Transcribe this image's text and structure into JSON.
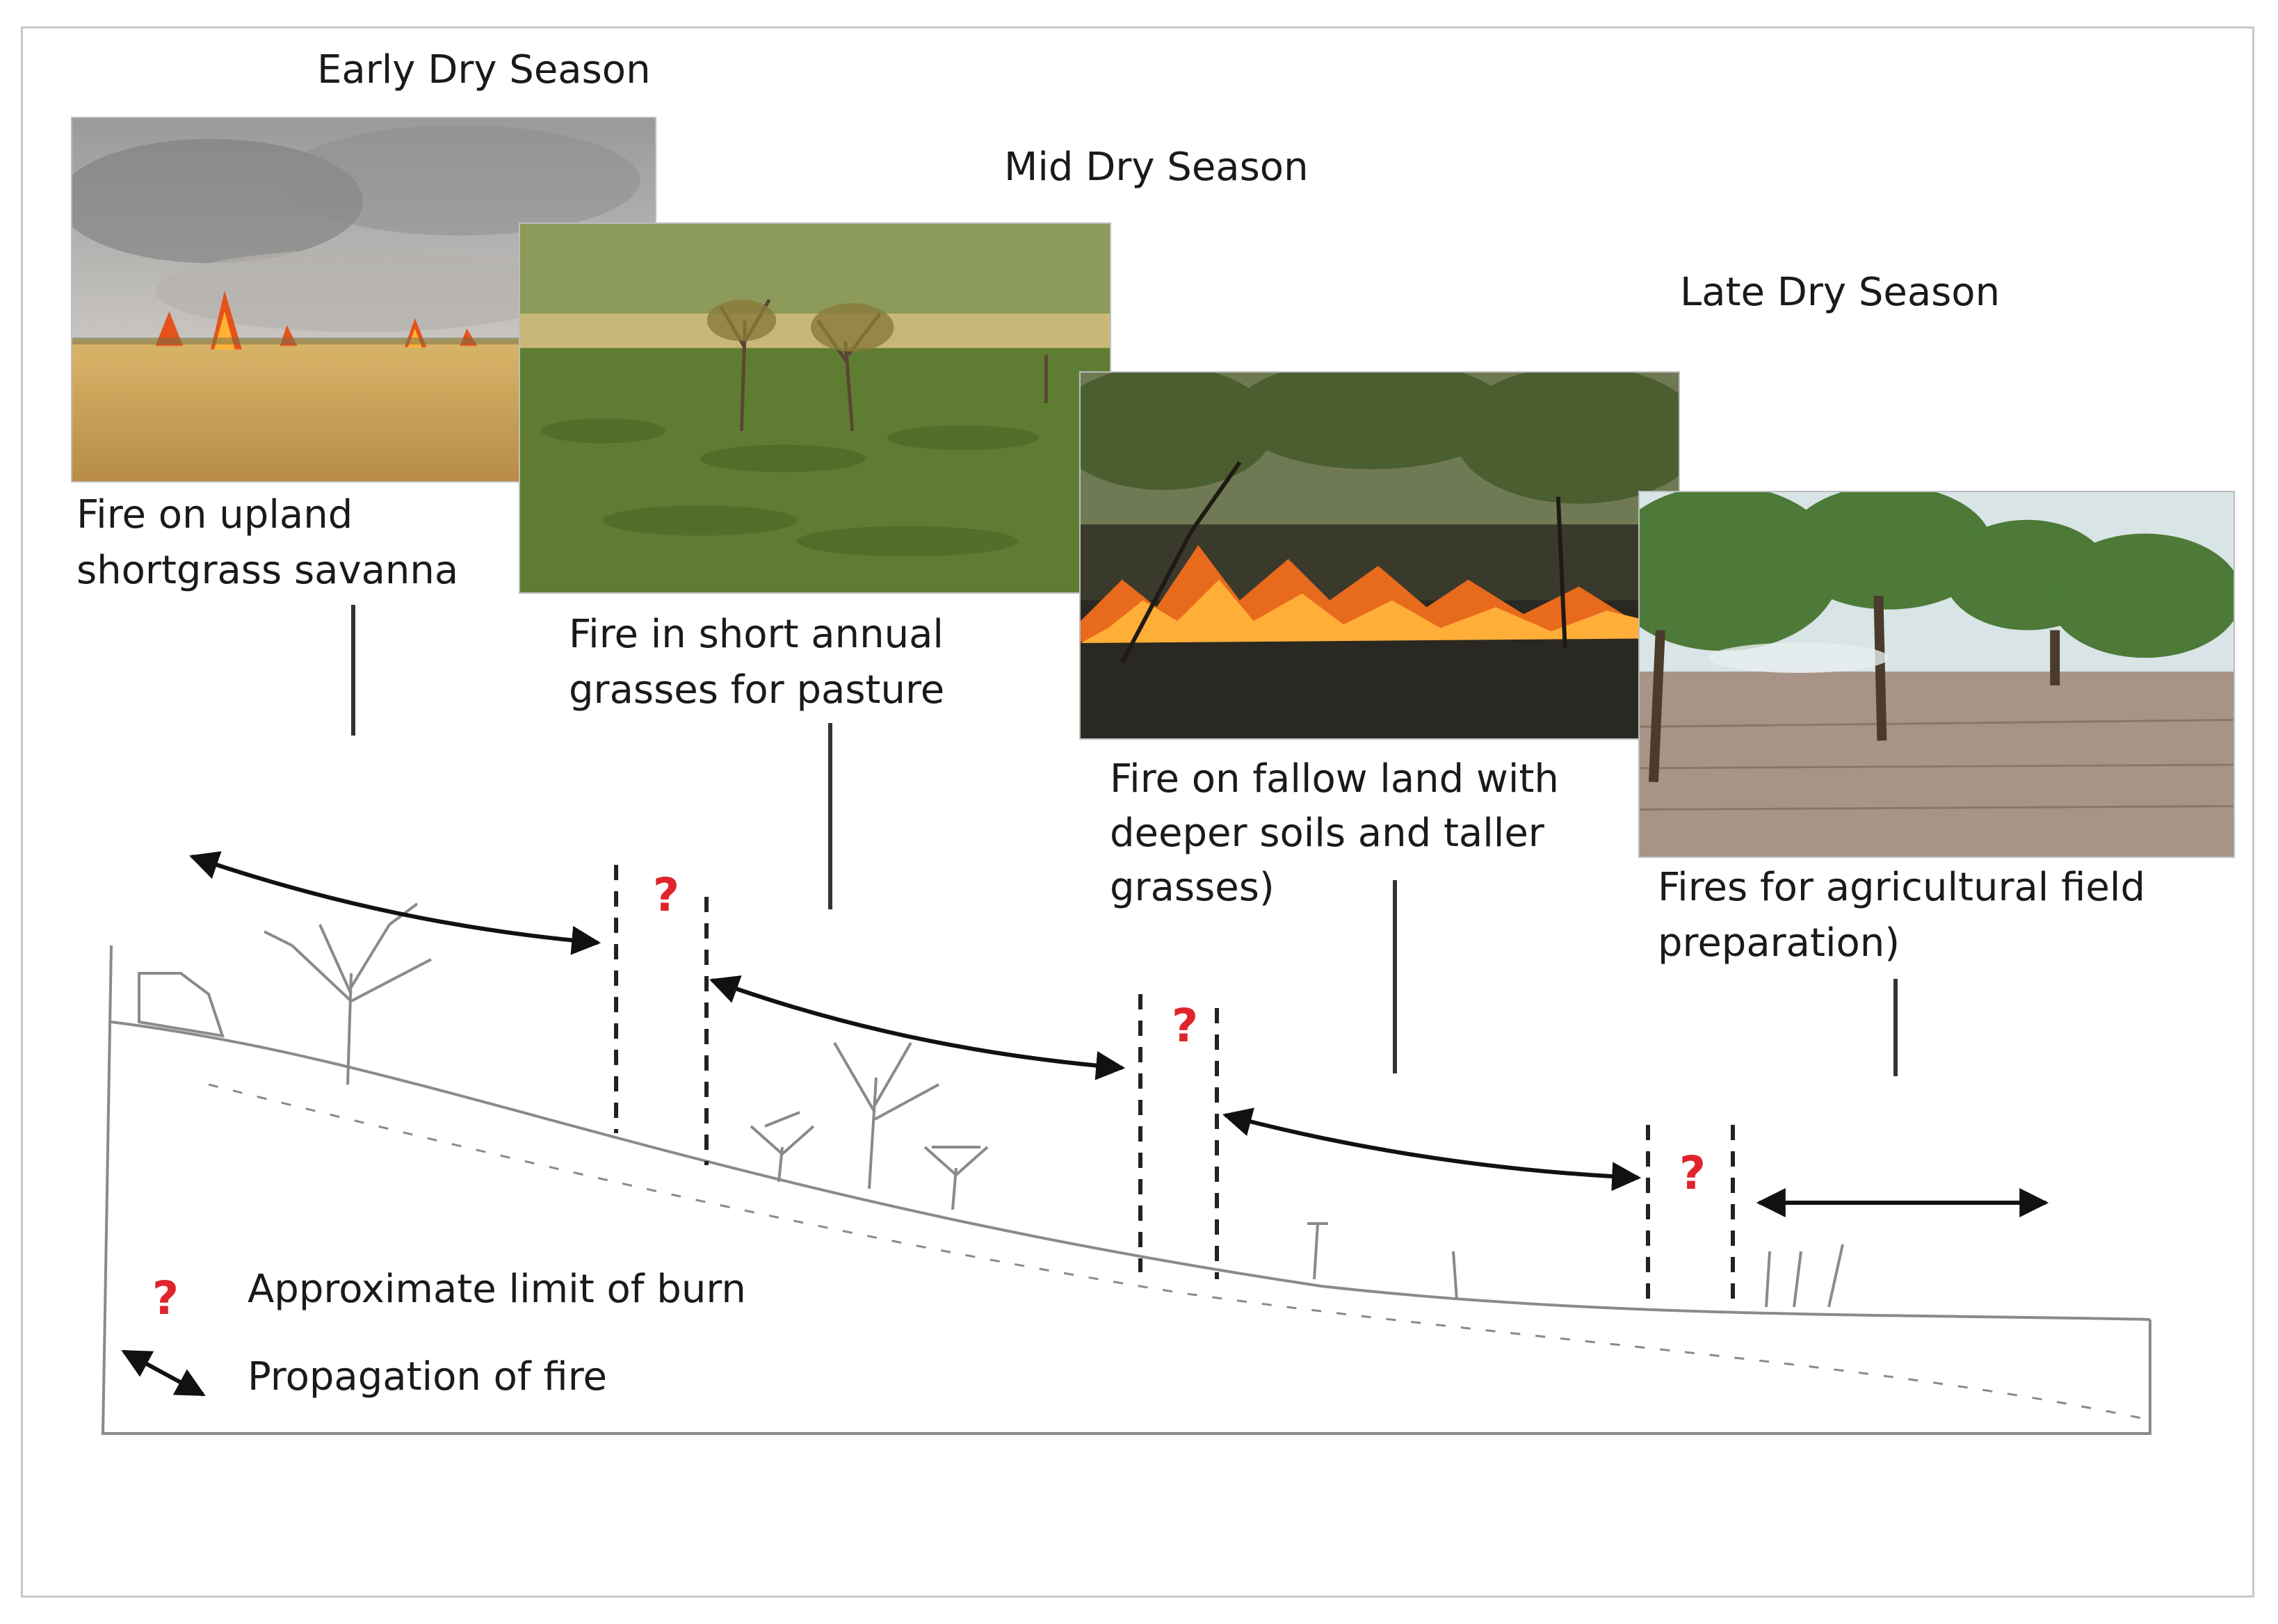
{
  "seasons": {
    "early": "Early Dry Season",
    "mid": "Mid Dry Season",
    "late": "Late Dry Season"
  },
  "captions": {
    "upland": [
      "Fire on upland",
      "shortgrass savanna"
    ],
    "annual": [
      "Fire in short annual",
      "grasses for pasture"
    ],
    "fallow": [
      "Fire on fallow land with",
      "deeper soils and taller",
      "grasses)"
    ],
    "agri": [
      "Fires for agricultural field",
      "preparation)"
    ]
  },
  "markers": {
    "limit_symbol": "?"
  },
  "legend": {
    "limit_label": "Approximate limit of burn",
    "propagation_label": "Propagation of fire"
  },
  "colors": {
    "question_mark": "#e0242c",
    "arrow": "#111111",
    "sketch": "#8a8a8a",
    "frame": "#c8c8c8"
  }
}
